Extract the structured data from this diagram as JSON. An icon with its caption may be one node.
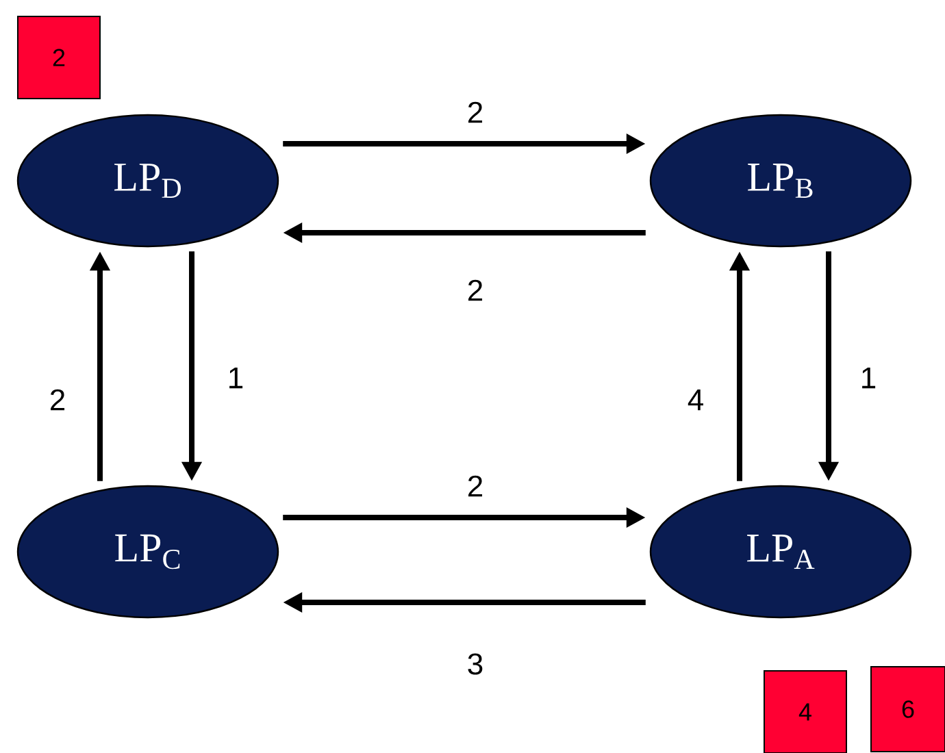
{
  "diagram": {
    "nodes": [
      {
        "text": [
          "LP$_{D}$"
        ]
      },
      {
        "text": [
          "LP$_{B}$"
        ]
      },
      {
        "text": [
          "LP$_{C}$"
        ]
      },
      {
        "text": [
          "LP$_{A}$"
        ]
      },
      {
        "text": [
          "2"
        ]
      },
      {
        "text": [
          "4"
        ]
      },
      {
        "text": [
          "6"
        ]
      }
    ],
    "edges": [
      {
        "from": 0,
        "to": 1,
        "arrow": "to",
        "label": "2"
      },
      {
        "from": 1,
        "to": 0,
        "arrow": "to",
        "label": "2"
      },
      {
        "from": 0,
        "to": 2,
        "arrow": "to",
        "label": "1"
      },
      {
        "from": 2,
        "to": 0,
        "arrow": "to",
        "label": "2"
      },
      {
        "from": 2,
        "to": 3,
        "arrow": "to",
        "label": "2"
      },
      {
        "from": 3,
        "to": 2,
        "arrow": "to",
        "label": "3"
      },
      {
        "from": 3,
        "to": 1,
        "arrow": "to",
        "label": "4"
      },
      {
        "from": 1,
        "to": 3,
        "arrow": "to",
        "label": "1"
      }
    ]
  }
}
